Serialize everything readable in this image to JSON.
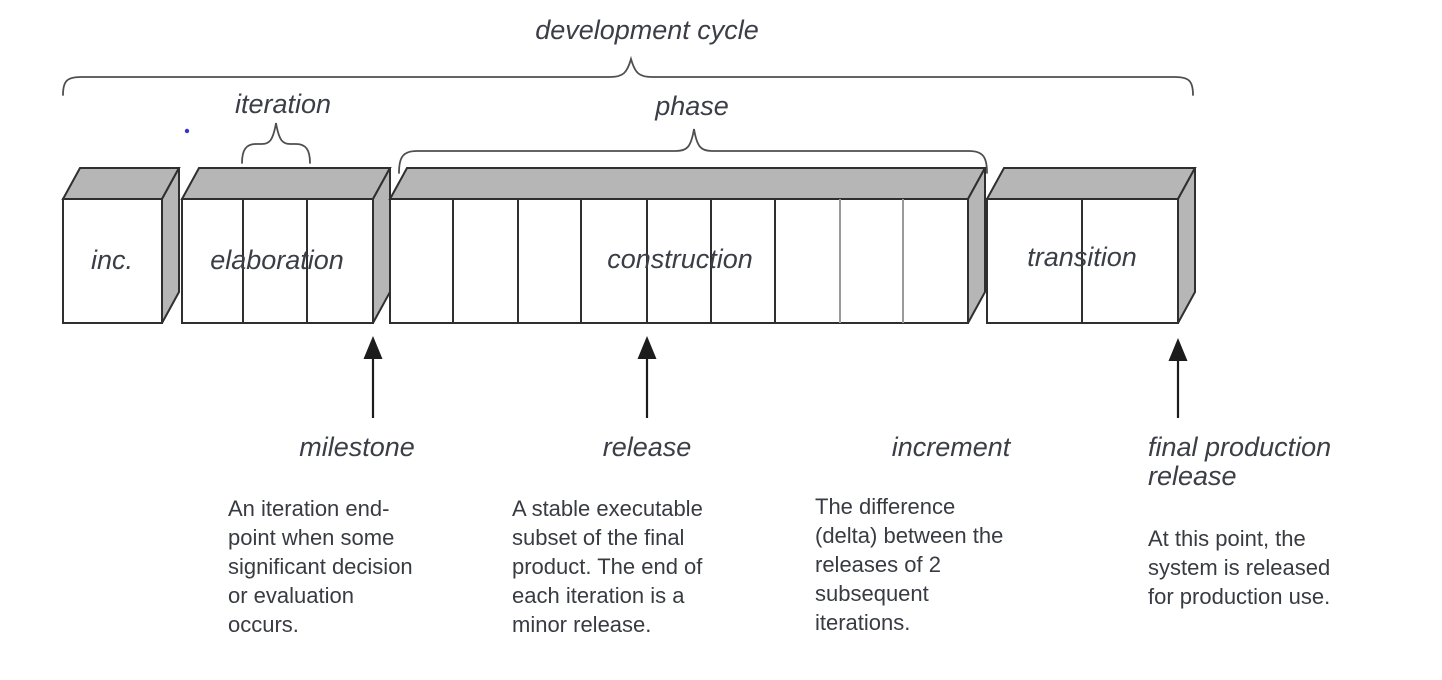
{
  "diagram": {
    "cycle_label": "development cycle",
    "iteration_label": "iteration",
    "phase_label": "phase",
    "boxes": [
      {
        "label": "inc.",
        "sub_segments": 1
      },
      {
        "label": "elaboration",
        "sub_segments": 3
      },
      {
        "label": "construction",
        "sub_segments": 9
      },
      {
        "label": "transition",
        "sub_segments": 2
      }
    ],
    "annotations": [
      {
        "label": "milestone",
        "has_arrow": true,
        "body": [
          "An iteration end-",
          "point when some",
          "significant decision",
          "or evaluation",
          "occurs."
        ]
      },
      {
        "label": "release",
        "has_arrow": true,
        "body": [
          "A stable executable",
          "subset of the final",
          "product. The end of",
          "each iteration is a",
          "minor release."
        ]
      },
      {
        "label": "increment",
        "has_arrow": false,
        "body": [
          "The difference",
          "(delta) between the",
          "releases of 2",
          "subsequent",
          "iterations."
        ]
      },
      {
        "label": "final production release",
        "label_lines": [
          "final production",
          "release"
        ],
        "has_arrow": true,
        "body": [
          "At this point, the",
          "system is released",
          "for production use."
        ]
      }
    ],
    "colors": {
      "box_top_side_gray": "#b6b6b6",
      "box_outline": "#2f2f2f",
      "light_divider": "#9a9a9a",
      "brace": "#4f4f4f",
      "arrow": "#1c1c1c",
      "text": "#3b3e46",
      "speck_blue": "#3434d0"
    }
  }
}
